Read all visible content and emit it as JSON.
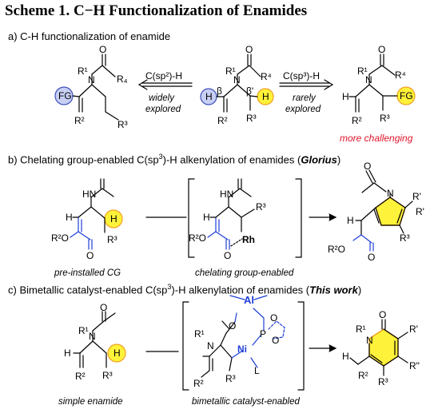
{
  "title": "Scheme 1. C−H Functionalization of Enamides",
  "sections": {
    "a": "a) C-H functionalization of enamide",
    "b_pre": "b) Chelating group-enabled C(sp",
    "b_sup": "3",
    "b_post": ")-H alkenylation of enamides (",
    "b_bold": "Glorius",
    "b_end": ")",
    "c_pre": "c) Bimetallic catalyst-enabled C(sp",
    "c_sup": "3",
    "c_post": ")-H alkenylation of enamides (",
    "c_bold": "This work",
    "c_end": ")"
  },
  "panel_a": {
    "left_arrow_label": "C(sp²)-H",
    "left_arrow_note1": "widely",
    "left_arrow_note2": "explored",
    "right_arrow_label": "C(sp³)-H",
    "right_arrow_note1": "rarely",
    "right_arrow_note2": "explored",
    "challenge": "more challenging",
    "fg": "FG",
    "h": "H",
    "beta": "β",
    "beta_prime": "β'",
    "r1": "R¹",
    "r2": "R²",
    "r3": "R³",
    "r4": "R₄",
    "r4b": "R⁴",
    "n": "N",
    "o": "O"
  },
  "panel_b": {
    "hn": "HN",
    "h": "H",
    "r3": "R³",
    "r2o": "R²O",
    "o": "O",
    "rh": "Rh",
    "n": "N",
    "rp": "R'",
    "caption_left": "pre-installed CG",
    "caption_mid": "chelating group-enabled"
  },
  "panel_c": {
    "r1": "R¹",
    "n": "N",
    "o": "O",
    "h": "H",
    "r2": "R²",
    "r3": "R³",
    "al": "Al",
    "ni": "Ni",
    "p": "P",
    "l": "L",
    "rp": "R'",
    "rpp": "R\"",
    "caption_left": "simple enamide",
    "caption_mid": "bimetallic catalyst-enabled"
  },
  "colors": {
    "blue": "#1e3fd6",
    "red": "#e0142a",
    "yellow_fill": "#fff23a",
    "yellow_stroke": "#f0a020",
    "blue_circle_fill": "#c7cff5",
    "blue_circle_stroke": "#4050b8"
  }
}
